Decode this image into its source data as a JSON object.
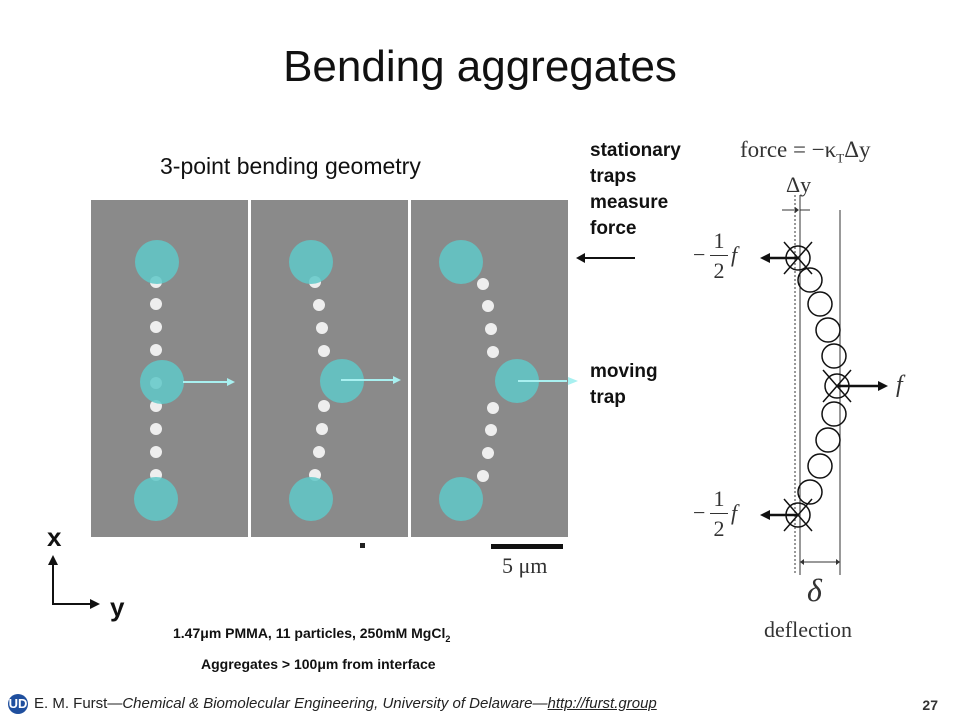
{
  "slide": {
    "title": "Bending aggregates",
    "subtitle": "3-point bending geometry",
    "labels": {
      "stationary": "stationary traps measure force",
      "stationary_lines": [
        "stationary",
        "traps",
        "measure",
        "force"
      ],
      "moving_lines": [
        "moving",
        "trap"
      ]
    },
    "scale_bar": "5 μm",
    "axes": {
      "x": "x",
      "y": "y"
    },
    "notes": {
      "line1": "1.47μm PMMA, 11 particles, 250mM MgCl",
      "line1_sub": "2",
      "line2": "Aggregates > 100μm from interface"
    },
    "diagram": {
      "force_eq": "force = −κ",
      "force_sub": "T",
      "force_tail": "Δy",
      "delta_y": "Δy",
      "half_f_num": "1",
      "half_f_den": "2",
      "half_f_prefix": "−",
      "f": "f",
      "delta": "δ",
      "deflection": "deflection"
    },
    "footer": {
      "logo": "UD",
      "author": "E. M. Furst",
      "dept": "—Chemical & Biomolecular Engineering, University of Delaware—",
      "url": "http://furst.group"
    },
    "page_number": "27",
    "colors": {
      "trap": "#5fc8c8",
      "arrow": "#a8f0f0"
    }
  }
}
